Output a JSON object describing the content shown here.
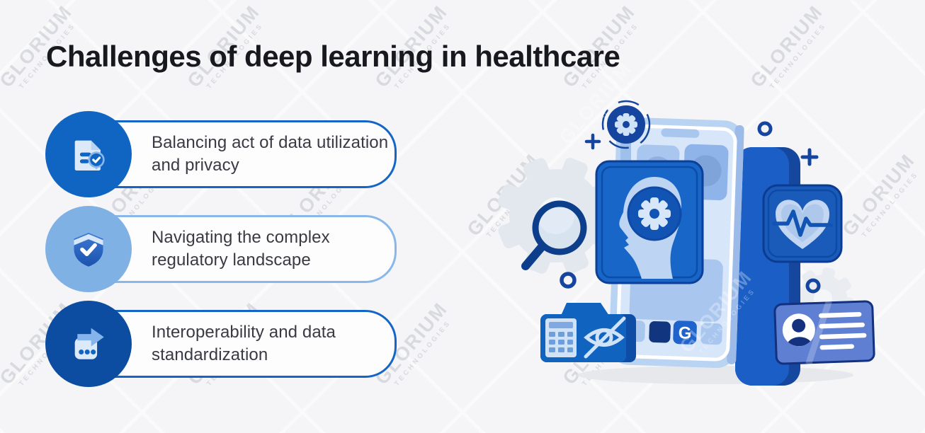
{
  "title": "Challenges of deep learning in healthcare",
  "watermark": {
    "line1": "GLORIUM",
    "line2": "TECHNOLOGIES"
  },
  "items": [
    {
      "label": "Balancing act of data utilization and privacy",
      "icon": "document-check-icon"
    },
    {
      "label": "Navigating the complex regulatory landscape",
      "icon": "shield-check-icon"
    },
    {
      "label": "Interoperability and data standardization",
      "icon": "data-transfer-icon"
    }
  ],
  "illustration": {
    "logo_letter": "G",
    "icons": [
      "gear-badge-icon",
      "brain-gear-head-icon",
      "magnifier-icon",
      "heart-pulse-app-icon",
      "folder-icon",
      "calculator-icon",
      "eye-off-icon",
      "id-card-icon",
      "plus-icon",
      "ring-icon",
      "background-gear-icon"
    ],
    "colors": {
      "primary_blue": "#1065c3",
      "dark_blue": "#0c4da1",
      "navy": "#15459e",
      "light_blue": "#7fb1e5",
      "pale_blue": "#cfe2f7",
      "phone_body": "#b9d3f2",
      "phone_screen": "#d8e6fa",
      "card_blue": "#1766c8",
      "id_card_blue": "#5f7fd2",
      "background": "#f5f5f7"
    }
  }
}
